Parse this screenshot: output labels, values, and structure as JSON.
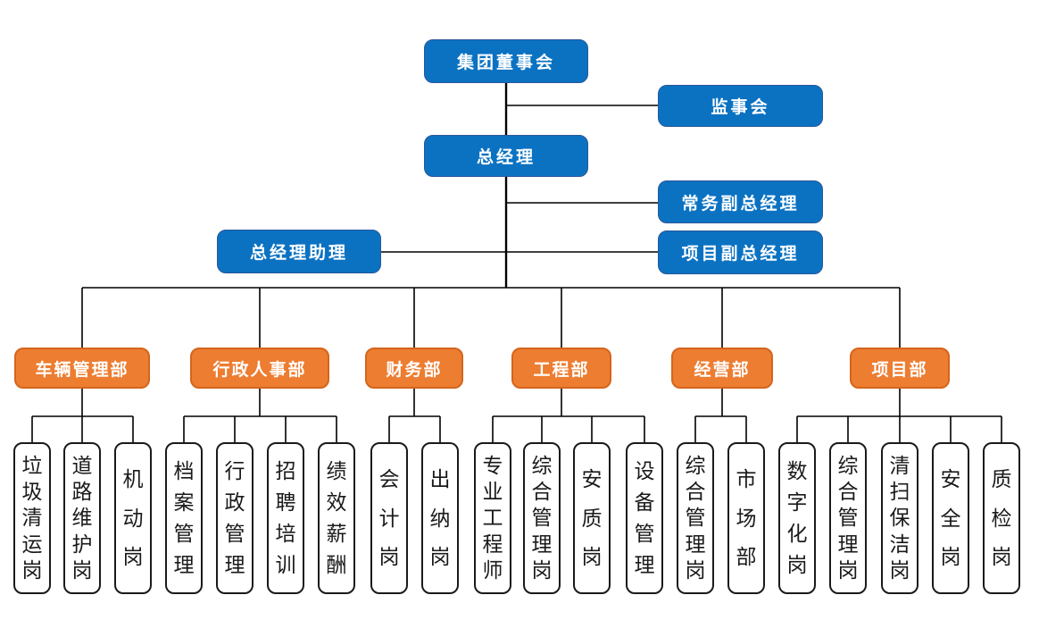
{
  "colors": {
    "background": "#FFFFFF",
    "blue-fill": "#0B72C2",
    "blue-border": "#2A5699",
    "orange-fill": "#ED7D31",
    "orange-border": "#D4651C",
    "leaf-fill": "#FFFFFF",
    "leaf-border": "#1A1A1A",
    "line": "#000000",
    "text-light": "#FFFFFF",
    "text-dark": "#1A1A1A"
  },
  "nodes": {
    "board": "集团董事会",
    "supervisory": "监事会",
    "general_manager": "总经理",
    "executive_deputy_gm": "常务副总经理",
    "gm_assistant": "总经理助理",
    "project_deputy_gm": "项目副总经理"
  },
  "departments": [
    {
      "label": "车辆管理部",
      "children": [
        "垃圾清运岗",
        "道路维护岗",
        "机动岗"
      ]
    },
    {
      "label": "行政人事部",
      "children": [
        "档案管理",
        "行政管理",
        "招聘培训",
        "绩效薪酬"
      ]
    },
    {
      "label": "财务部",
      "children": [
        "会计岗",
        "出纳岗"
      ]
    },
    {
      "label": "工程部",
      "children": [
        "专业工程师",
        "综合管理岗",
        "安质岗",
        "设备管理"
      ]
    },
    {
      "label": "经营部",
      "children": [
        "综合管理岗",
        "市场部"
      ]
    },
    {
      "label": "项目部",
      "children": [
        "数字化岗",
        "综合管理岗",
        "清扫保洁岗",
        "安全岗",
        "质检岗"
      ]
    }
  ]
}
